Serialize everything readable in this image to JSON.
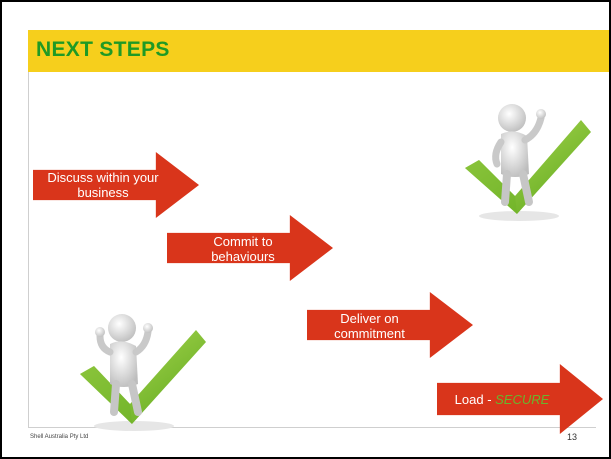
{
  "slide": {
    "title": "NEXT STEPS",
    "steps": [
      {
        "label_line1": "Discuss within your",
        "label_line2": "business"
      },
      {
        "label_line1": "Commit to",
        "label_line2": "behaviours"
      },
      {
        "label_line1": "Deliver on",
        "label_line2": "commitment"
      },
      {
        "label_prefix": "Load - ",
        "label_highlight": "SECURE"
      }
    ],
    "footer": "Shell Australia Pty Ltd",
    "page_number": "13"
  },
  "colors": {
    "title_bar": "#f6cf1c",
    "title_text": "#1f9a25",
    "arrow": "#d9351b",
    "checkmark": "#8dc63f",
    "highlight_text": "#6ab42d"
  },
  "icons": [
    "person-thumbs-up-checkmark-icon",
    "person-thumbs-up-checkmark-icon"
  ]
}
